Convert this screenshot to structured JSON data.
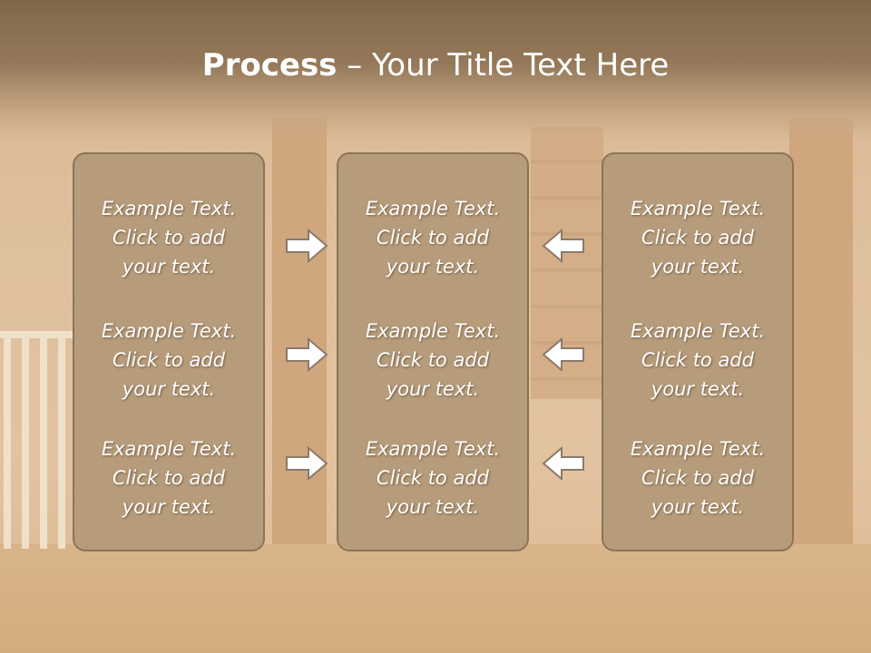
{
  "slide": {
    "title_bold": "Process",
    "title_rest": " – Your Title Text Here"
  },
  "columns": [
    {
      "items": [
        {
          "line1": "Example Text.",
          "line2": "Click  to add",
          "line3": "your text."
        },
        {
          "line1": "Example Text.",
          "line2": "Click  to add",
          "line3": "your text."
        },
        {
          "line1": "Example Text.",
          "line2": "Click  to add",
          "line3": "your text."
        }
      ]
    },
    {
      "items": [
        {
          "line1": "Example Text.",
          "line2": "Click  to add",
          "line3": "your text."
        },
        {
          "line1": "Example Text.",
          "line2": "Click  to add",
          "line3": "your text."
        },
        {
          "line1": "Example Text.",
          "line2": "Click  to add",
          "line3": "your text."
        }
      ]
    },
    {
      "items": [
        {
          "line1": "Example Text.",
          "line2": "Click  to add",
          "line3": "your text."
        },
        {
          "line1": "Example Text.",
          "line2": "Click  to add",
          "line3": "your text."
        },
        {
          "line1": "Example Text.",
          "line2": "Click  to add",
          "line3": "your text."
        }
      ]
    }
  ],
  "icons": {
    "right_arrow": "arrow-right-icon",
    "left_arrow": "arrow-left-icon"
  },
  "colors": {
    "panel_fill": "#b69c7b",
    "panel_border": "#8c7457",
    "title_bar": "#8a6f50",
    "arrow_fill": "#ffffff"
  }
}
